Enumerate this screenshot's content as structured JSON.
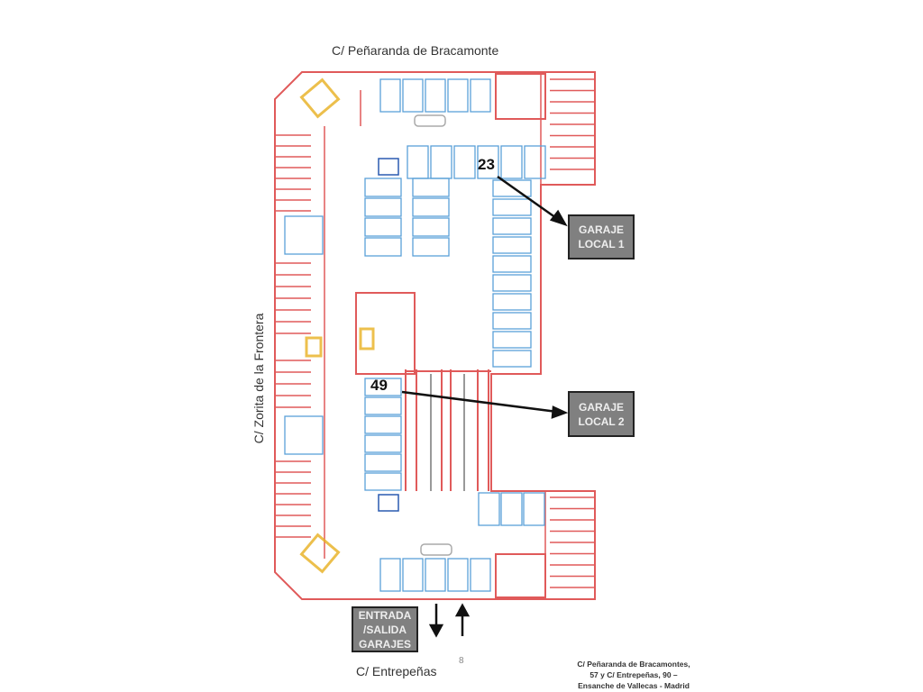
{
  "streets": {
    "top": "C/ Peñaranda de Bracamonte",
    "left": "C/ Zorita de la Frontera",
    "bottom": "C/ Entrepeñas"
  },
  "labels": {
    "garage1": [
      "GARAJE",
      "LOCAL 1"
    ],
    "garage2": [
      "GARAJE",
      "LOCAL 2"
    ],
    "entrance": [
      "ENTRADA",
      "/SALIDA",
      "GARAJES"
    ]
  },
  "spot_numbers": {
    "a": "23",
    "b": "49"
  },
  "page_number": "8",
  "address": [
    "C/ Peñaranda de Bracamontes,",
    "57 y C/ Entrepeñas, 90 –",
    "Ensanche  de Vallecas  - Madrid"
  ],
  "colors": {
    "wall": "#e05a5a",
    "parking": "#5aa0d8",
    "label_bg": "#808080",
    "stair": "#e8b020"
  }
}
